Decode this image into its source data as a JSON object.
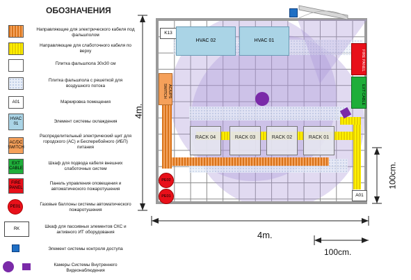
{
  "legend": {
    "title": "ОБОЗНАЧЕНИЯ",
    "items": [
      {
        "text": "Направляющие для электрического кабеля под фальшполом"
      },
      {
        "text": "Направляющие для слаботочного кабеля по верху"
      },
      {
        "text": "Плитка фальшпола 30х30 см"
      },
      {
        "text": "Плитка фальшпола с решеткой для воздушного потока"
      },
      {
        "swatch": "A01",
        "text": "Маркировка помещения"
      },
      {
        "swatch": "HVAC 01",
        "text": "Элемент системы охлаждения"
      },
      {
        "swatch": "AC/DC SWITCH",
        "text": "Распределительный электрический щит для городского (АС) и Бесперебойного (ИБП) питания"
      },
      {
        "swatch": "EXT CABLE",
        "text": "Шкаф для подвода кабеля внешних слаботочных систем"
      },
      {
        "swatch": "FIRE PANEL",
        "text": "Панель управления оповещения и автоматического пожаротушения"
      },
      {
        "swatch": "PE01",
        "text": "Газовые баллоны системы автоматического пожаротушения"
      },
      {
        "swatch": "RK",
        "text": "Шкаф для пассивных элементов СКС и активного ИТ оборудования"
      },
      {
        "text": "Элемент системы контроля доступа"
      },
      {
        "text": "Камеры Системы Внутреннего Видеонаблюдения"
      }
    ]
  },
  "plan": {
    "room_label": "K13",
    "corner_label": "A01",
    "hvac": [
      "HVAC 02",
      "HVAC 01"
    ],
    "acups": "AC/UPS SWITCH",
    "fire_panel": "FIRE PANEL",
    "ext_cable": "EXT CABLE",
    "racks": [
      "RACK 04",
      "RACK 03",
      "RACK 02",
      "RACK 01"
    ],
    "gas": [
      "PE02",
      "PE01"
    ]
  },
  "dimensions": {
    "height_total": "4m.",
    "width_total": "4m.",
    "right_scale": "100cm.",
    "bottom_scale": "100cm."
  },
  "colors": {
    "hvac": "#aad4e6",
    "switch": "#f5a05a",
    "ext_cable": "#1fae3a",
    "fire": "#e8101a",
    "camera": "#7a2aa8",
    "access": "#1f6fc4"
  }
}
